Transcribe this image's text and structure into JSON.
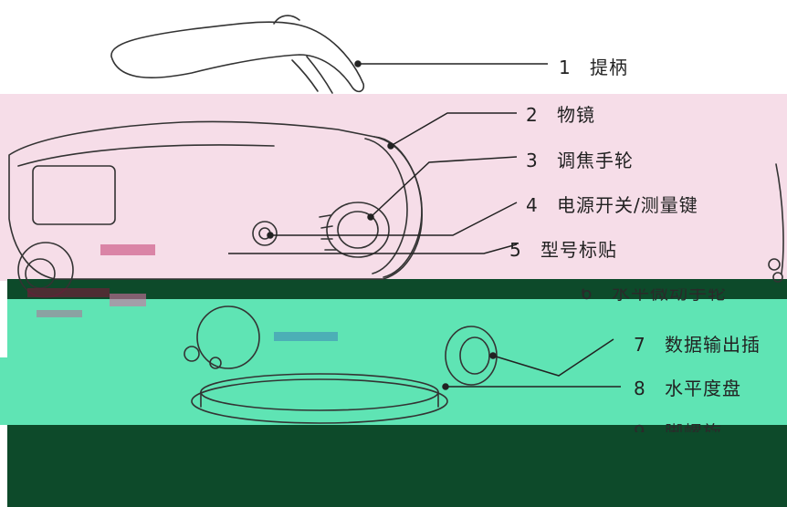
{
  "callouts": [
    {
      "num": "1",
      "text": "提柄"
    },
    {
      "num": "2",
      "text": "物镜"
    },
    {
      "num": "3",
      "text": "调焦手轮"
    },
    {
      "num": "4",
      "text": "电源开关/测量键"
    },
    {
      "num": "5",
      "text": "型号标贴"
    },
    {
      "num": "6",
      "text": "水平微动手轮"
    },
    {
      "num": "7",
      "text": "数据输出插"
    },
    {
      "num": "8",
      "text": "水平度盘"
    },
    {
      "num": "9",
      "text": "脚螺旋"
    }
  ],
  "colors": {
    "pink_band": "#f6dde8",
    "teal_band": "#5fe4b4",
    "dark_band": "#0d4a2a",
    "line_art": "#333333"
  }
}
